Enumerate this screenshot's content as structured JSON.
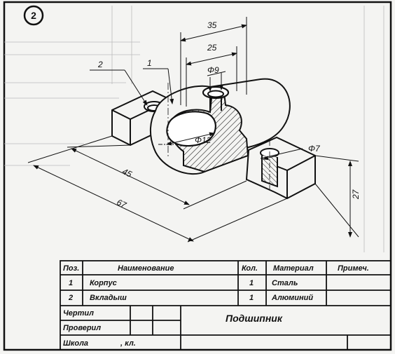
{
  "sheet_number": "2",
  "dimensions": {
    "d35": "35",
    "d25": "25",
    "d_phi9": "Φ9",
    "d_phi12": "Φ12",
    "d_phi7": "Φ7",
    "d45": "45",
    "d67": "67",
    "d27": "27"
  },
  "callouts": {
    "c1": "1",
    "c2": "2"
  },
  "table": {
    "headers": {
      "pos": "Поз.",
      "name": "Наименование",
      "qty": "Кол.",
      "material": "Материал",
      "note": "Примеч."
    },
    "rows": [
      {
        "pos": "1",
        "name": "Корпус",
        "qty": "1",
        "material": "Сталь",
        "note": ""
      },
      {
        "pos": "2",
        "name": "Вкладыш",
        "qty": "1",
        "material": "Алюминий",
        "note": ""
      }
    ]
  },
  "title_block": {
    "drew": "Чертил",
    "checked": "Проверил",
    "school": "Школа",
    "class_label": ", кл.",
    "title": "Подшипник"
  }
}
